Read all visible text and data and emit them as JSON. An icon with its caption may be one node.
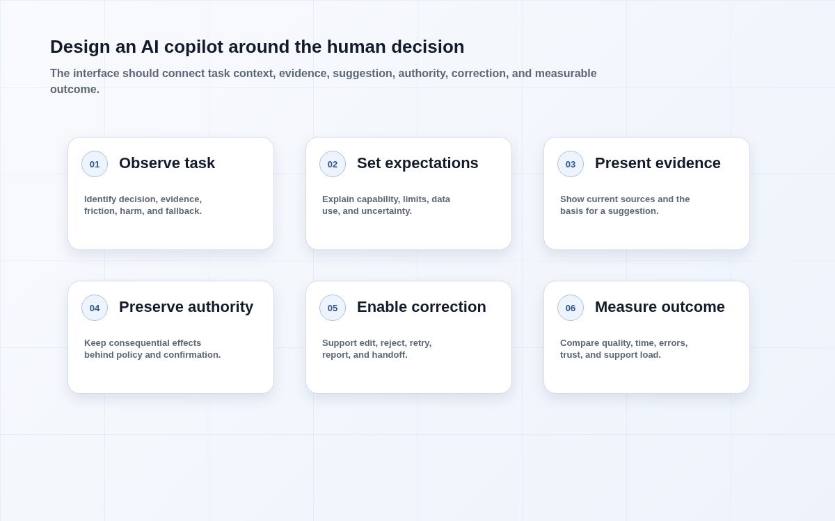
{
  "diagram": {
    "title": "Design an AI copilot around the human decision",
    "caption": "The interface should connect task context, evidence, suggestion, authority, correction, and measurable outcome.",
    "nodes": [
      {
        "text": [
          "01",
          "Observe task",
          "Identify decision, evidence, friction, harm, and fallback."
        ]
      },
      {
        "text": [
          "02",
          "Set expectations",
          "Explain capability, limits, data use, and uncertainty."
        ]
      },
      {
        "text": [
          "03",
          "Present evidence",
          "Show current sources and the basis for a suggestion."
        ]
      },
      {
        "text": [
          "04",
          "Preserve authority",
          "Keep consequential effects behind policy and confirmation."
        ]
      },
      {
        "text": [
          "05",
          "Enable correction",
          "Support edit, reject, retry, report, and handoff."
        ]
      },
      {
        "text": [
          "06",
          "Measure outcome",
          "Compare quality, time, errors, trust, and support load."
        ]
      }
    ],
    "edges": []
  }
}
